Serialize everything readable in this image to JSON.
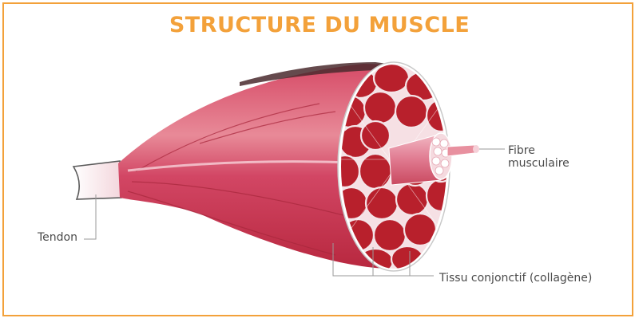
{
  "title": "STRUCTURE DU MUSCLE",
  "labels": {
    "tendon": "Tendon",
    "fibre_line1": "Fibre",
    "fibre_line2": "musculaire",
    "tissu": "Tissu conjonctif (collagène)"
  },
  "colors": {
    "title": "#f3a13a",
    "frame": "#f3a13a",
    "muscle": "#cc3550",
    "muscle_dark": "#7a1f2b",
    "fascicle": "#b8202c",
    "label_text": "#4a4a4a",
    "leader": "#9a9a9a"
  }
}
